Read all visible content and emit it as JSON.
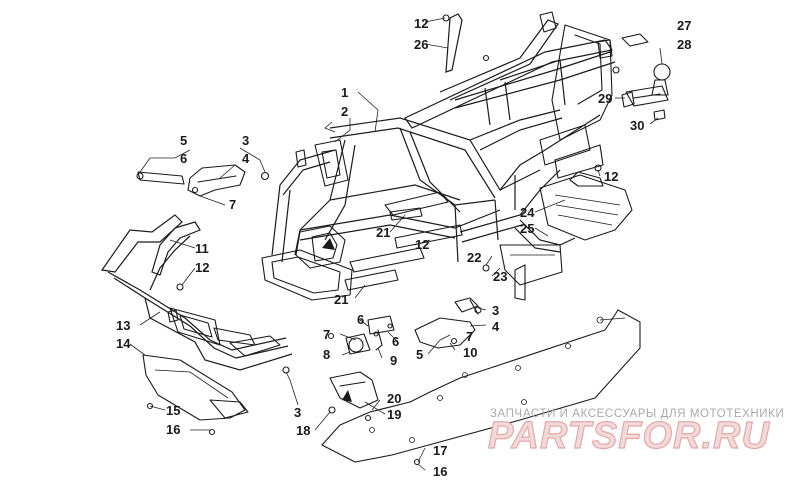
{
  "callouts": {
    "c1": "1",
    "c2": "2",
    "c3a": "3",
    "c3b": "3",
    "c3c": "3",
    "c4a": "4",
    "c4b": "4",
    "c5a": "5",
    "c5b": "5",
    "c6a": "6",
    "c6b": "6",
    "c6c": "6",
    "c7a": "7",
    "c7b": "7",
    "c7c": "7",
    "c8": "8",
    "c9": "9",
    "c10": "10",
    "c11": "11",
    "c12a": "12",
    "c12b": "12",
    "c12c": "12",
    "c12d": "12",
    "c13": "13",
    "c14": "14",
    "c15": "15",
    "c16a": "16",
    "c16b": "16",
    "c17": "17",
    "c18": "18",
    "c19": "19",
    "c20": "20",
    "c21a": "21",
    "c21b": "21",
    "c22": "22",
    "c23": "23",
    "c24": "24",
    "c25": "25",
    "c26": "26",
    "c27": "27",
    "c28": "28",
    "c29": "29",
    "c30": "30"
  },
  "watermark": {
    "tagline": "ЗАПЧАСТИ И АКСЕССУАРЫ ДЛЯ МОТОТЕХНИКИ",
    "logo": "PARTSFOR.RU"
  }
}
